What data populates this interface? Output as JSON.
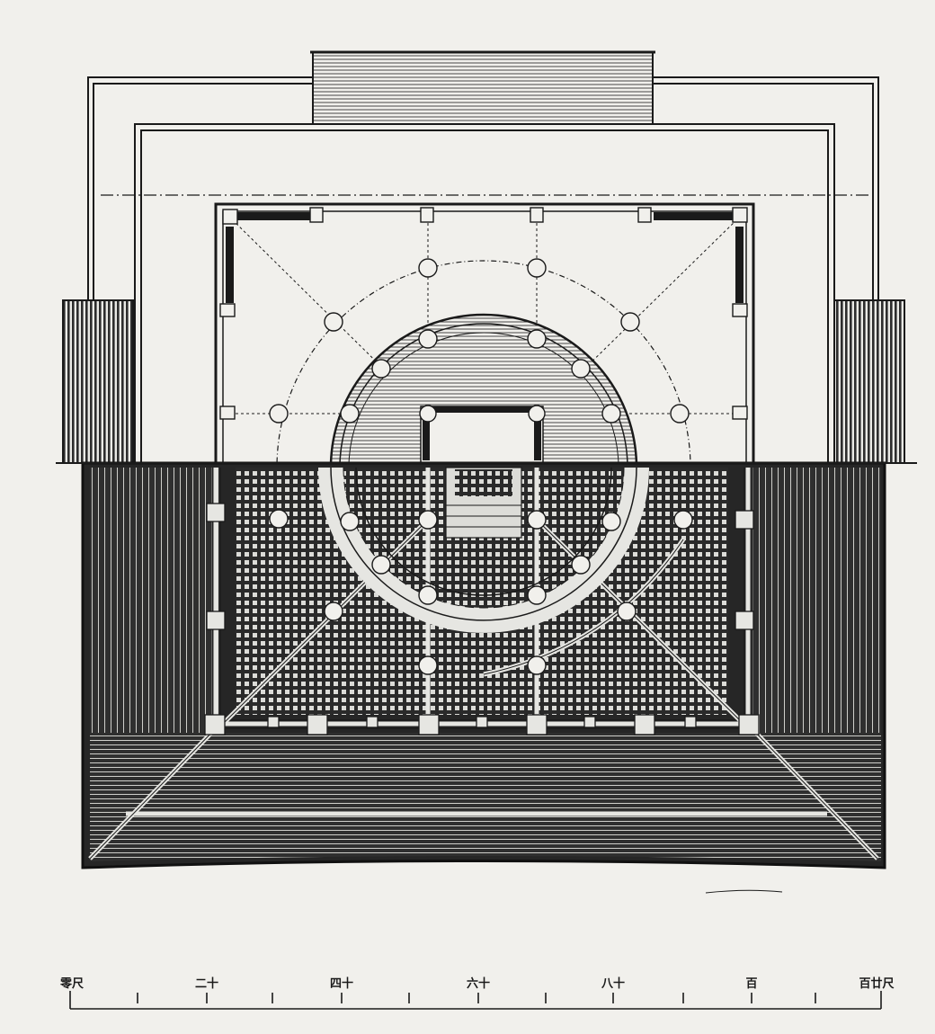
{
  "scale_bar": {
    "labels": [
      "零尺",
      "二十",
      "四十",
      "六十",
      "八十",
      "百",
      "百廿尺"
    ]
  },
  "colors": {
    "paper": "#f1f0ec",
    "ink": "#1a1a1a",
    "hatch": "#2b2b2b"
  }
}
